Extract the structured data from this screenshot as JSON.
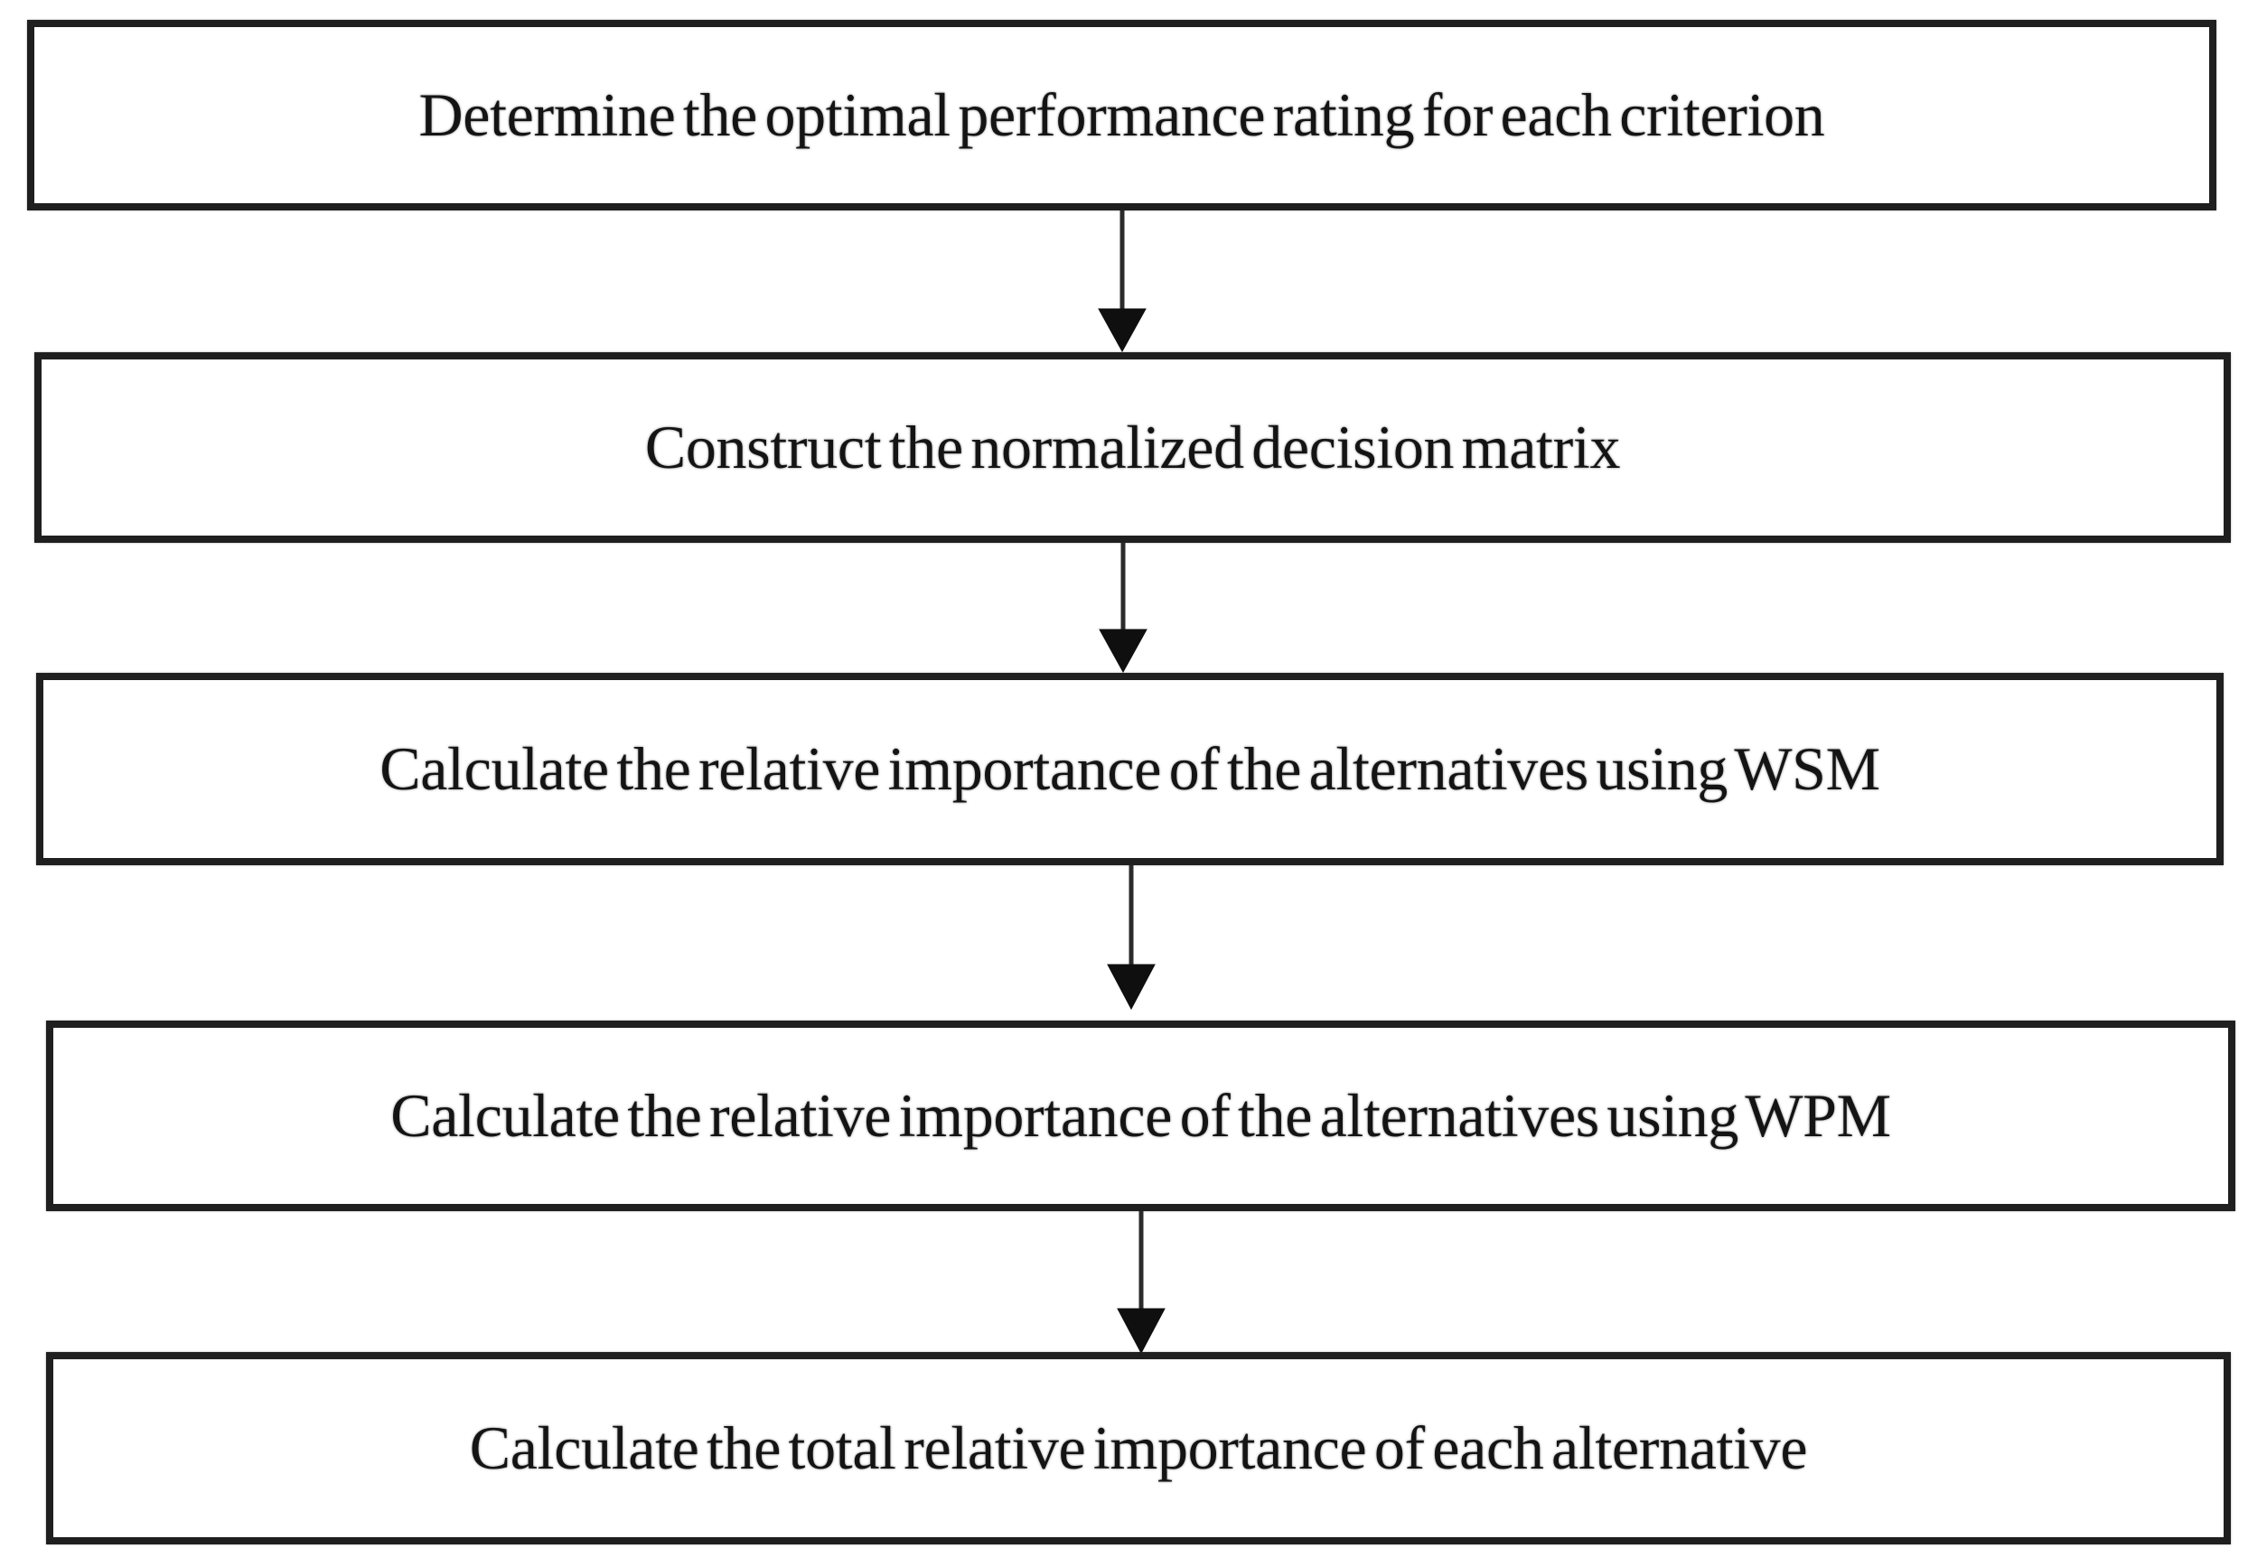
{
  "diagram": {
    "type": "flowchart",
    "direction": "top-down",
    "steps": [
      {
        "label": "Determine the optimal performance rating for each criterion"
      },
      {
        "label": "Construct the normalized decision matrix"
      },
      {
        "label": "Calculate the relative importance of the alternatives using WSM"
      },
      {
        "label": "Calculate the relative importance of the alternatives using WPM"
      },
      {
        "label": "Calculate the total relative importance of each alternative"
      }
    ],
    "connector": {
      "glyph": "arrow-down",
      "count": 4
    },
    "colors": {
      "box_border": "#1f1f1f",
      "box_fill": "#ffffff",
      "text": "#141414",
      "arrow": "#0f0f0f",
      "background": "#ffffff"
    }
  }
}
